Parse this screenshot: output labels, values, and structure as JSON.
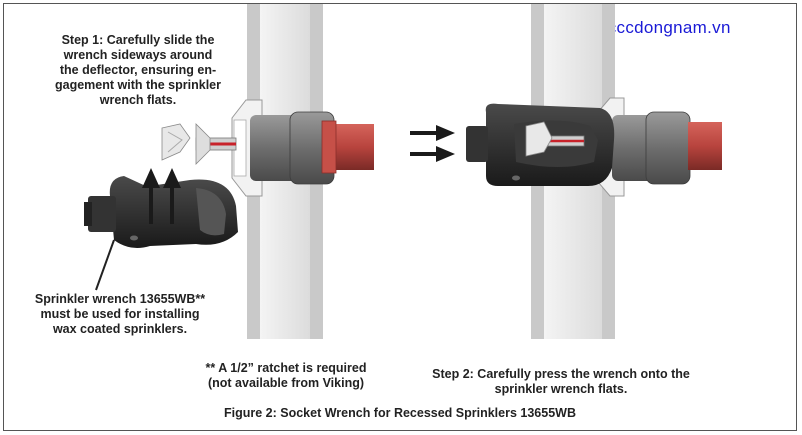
{
  "brand": "pcccdongnam.vn",
  "step1": {
    "line1": "Step 1: Carefully slide the",
    "line2": "wrench sideways around",
    "line3": "the deflector, ensuring en-",
    "line4": "gagement with the sprinkler",
    "line5": "wrench flats."
  },
  "wrench_note": {
    "line1": "Sprinkler wrench 13655WB**",
    "line2": "must be used for installing",
    "line3": "wax coated sprinklers."
  },
  "ratchet_note": {
    "line1": "** A 1/2” ratchet is required",
    "line2": "(not available from Viking)"
  },
  "step2": {
    "line1": "Step 2: Carefully press the wrench onto the",
    "line2": "sprinkler wrench flats."
  },
  "caption": "Figure 2:  Socket Wrench for Recessed Sprinklers 13655WB",
  "colors": {
    "pipe": "#b8443e",
    "wall": "#e6e6e6",
    "wrench": "#2a2a2a",
    "fitting": "#6e6e6e",
    "brand": "#1a1ad6"
  }
}
